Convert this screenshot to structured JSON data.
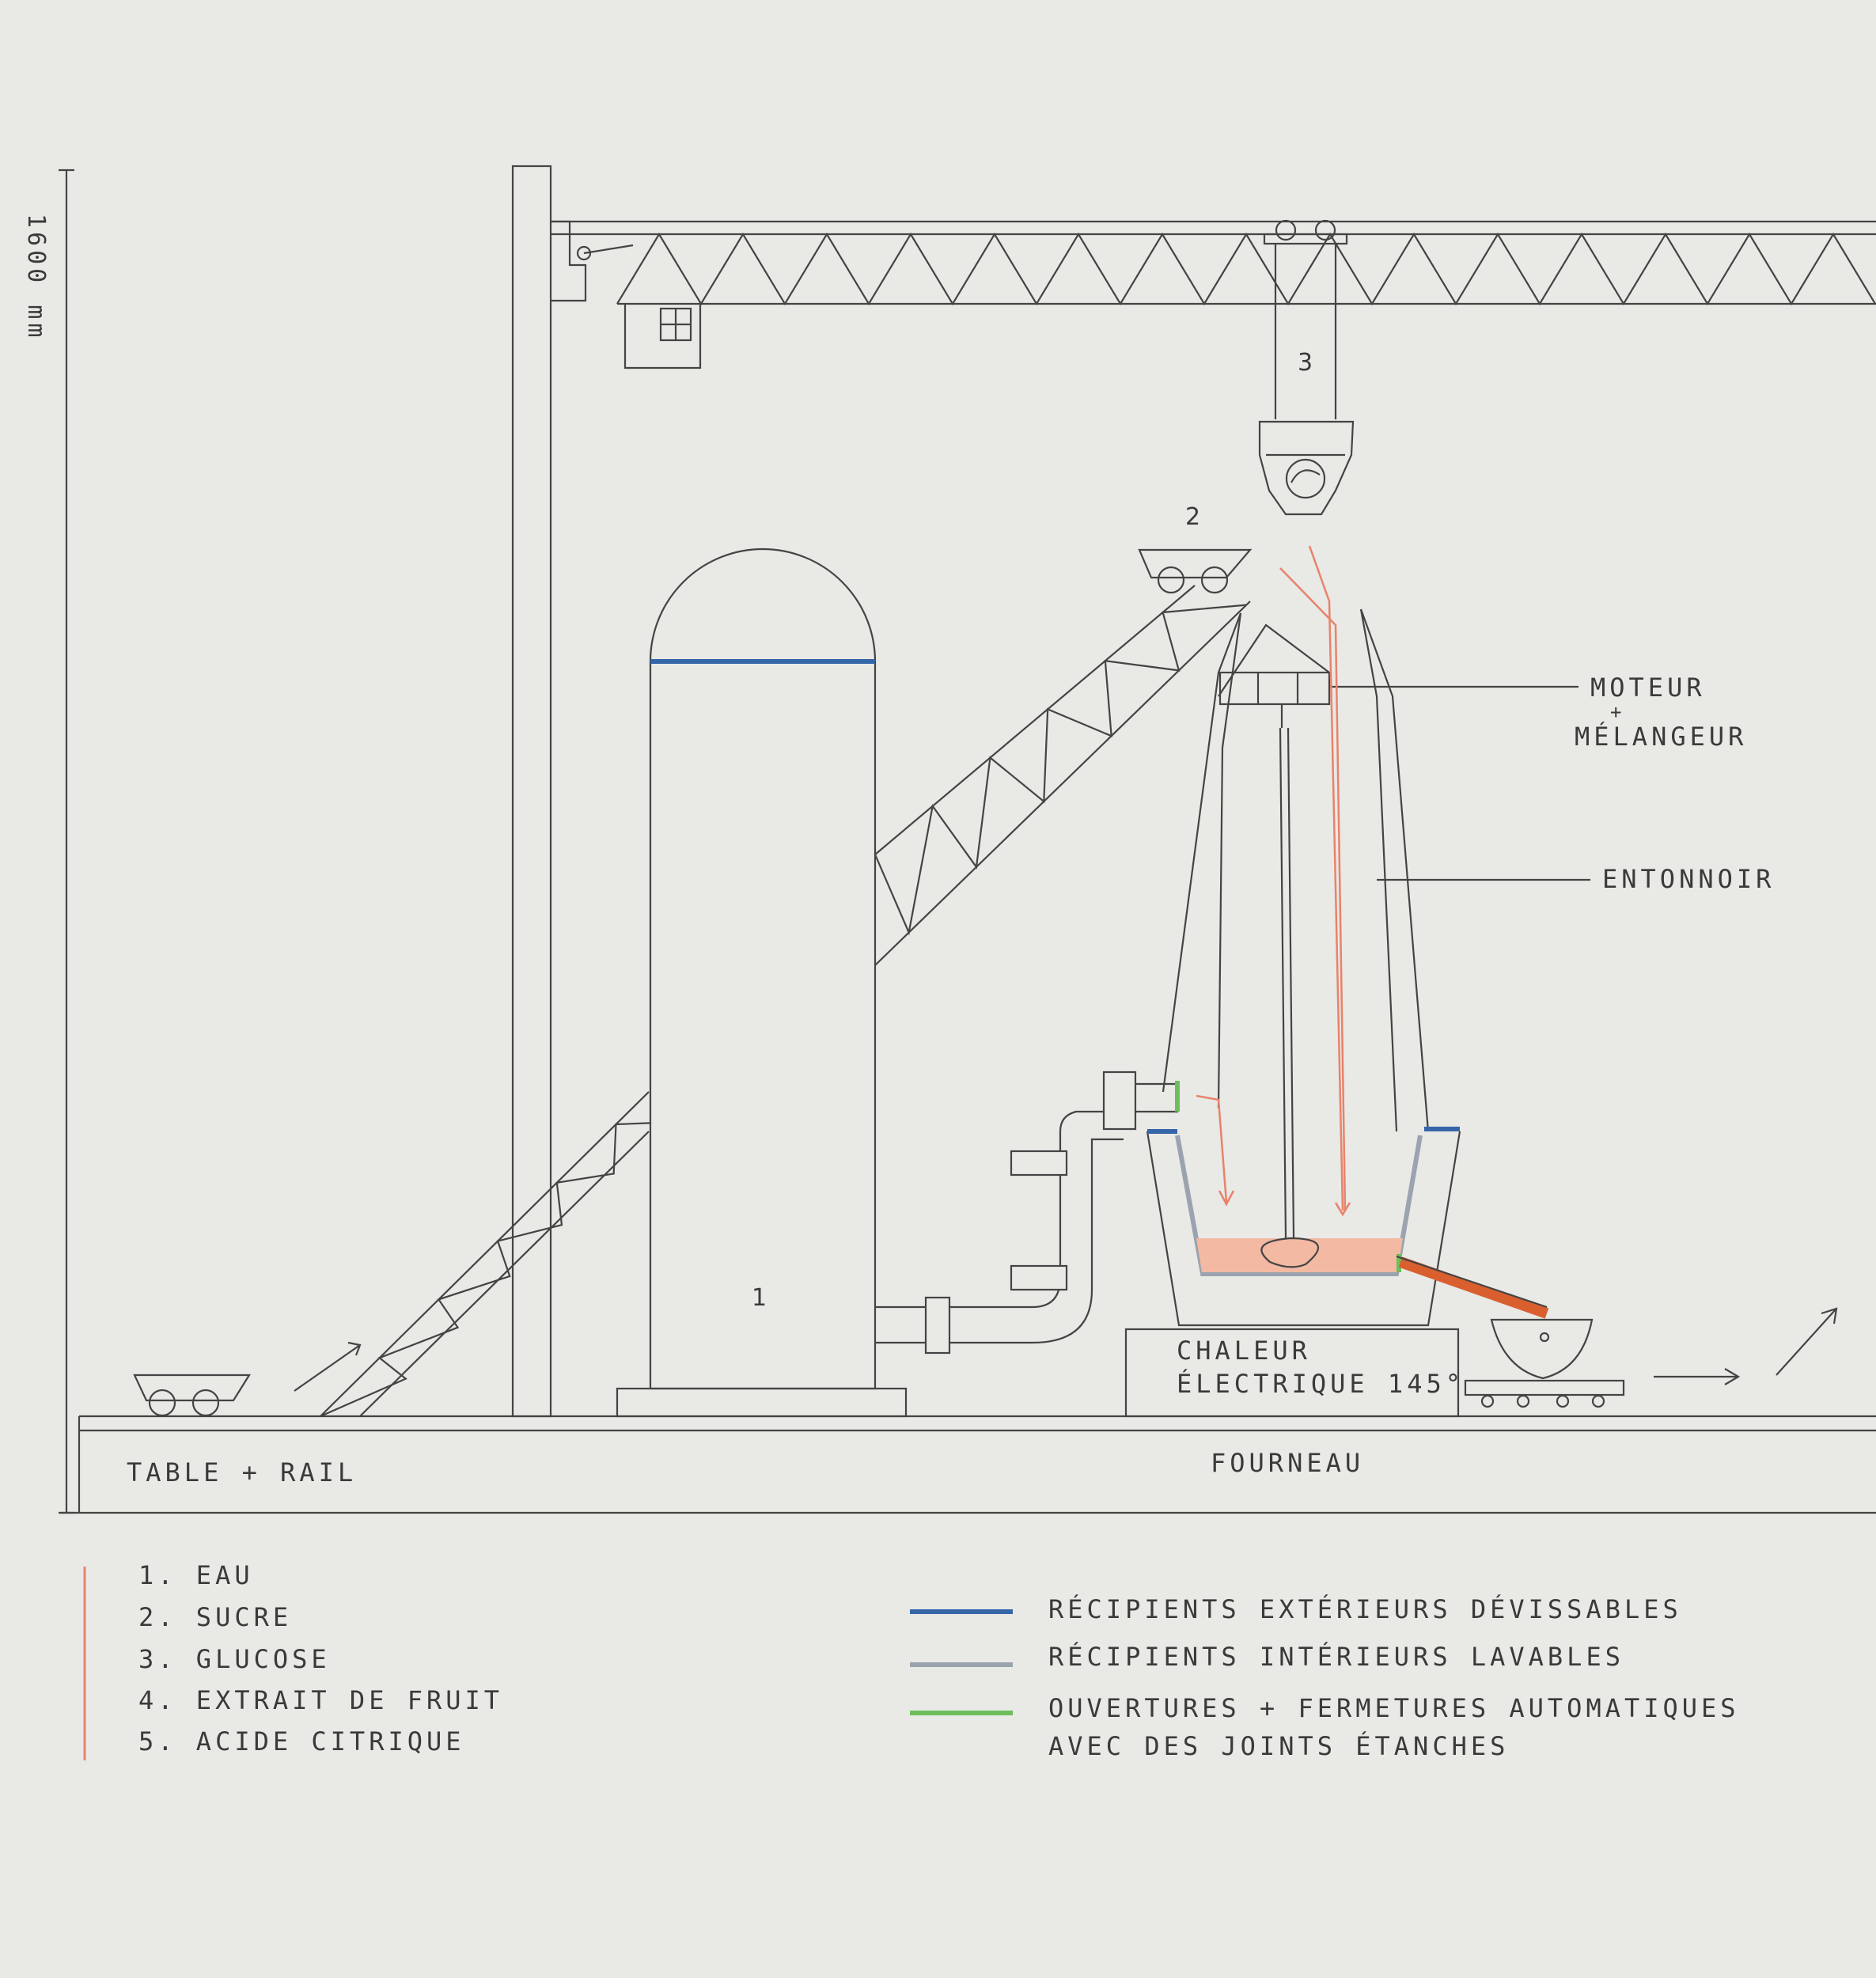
{
  "scale_label": "1600 mm",
  "numbers": {
    "n1": "1",
    "n2": "2",
    "n3": "3"
  },
  "labels": {
    "motor_line1": "MOTEUR",
    "motor_plus": "+",
    "motor_line2": "MÉLANGEUR",
    "funnel": "ENTONNOIR",
    "heater_line1": "CHALEUR",
    "heater_line2": "ÉLECTRIQUE 145°",
    "table": "TABLE + RAIL",
    "furnace": "FOURNEAU"
  },
  "ingredients": [
    "1. EAU",
    "2. SUCRE",
    "3. GLUCOSE",
    "4. EXTRAIT DE FRUIT",
    "5. ACIDE CITRIQUE"
  ],
  "legend": [
    {
      "color": "#3566a8",
      "text": "RÉCIPIENTS EXTÉRIEURS DÉVISSABLES"
    },
    {
      "color": "#9aa3ae",
      "text": "RÉCIPIENTS INTÉRIEURS LAVABLES"
    },
    {
      "color": "#6cbf5a",
      "text": "OUVERTURES + FERMETURES AUTOMATIQUES",
      "text2": "AVEC DES JOINTS ÉTANCHES"
    }
  ],
  "colors": {
    "exterior": "#3566a8",
    "interior": "#9aa3ae",
    "seal": "#6cbf5a",
    "flow": "#e8836a",
    "outlet": "#d9602e",
    "liquid": "#f3b9a2",
    "pencil": "#444444"
  }
}
